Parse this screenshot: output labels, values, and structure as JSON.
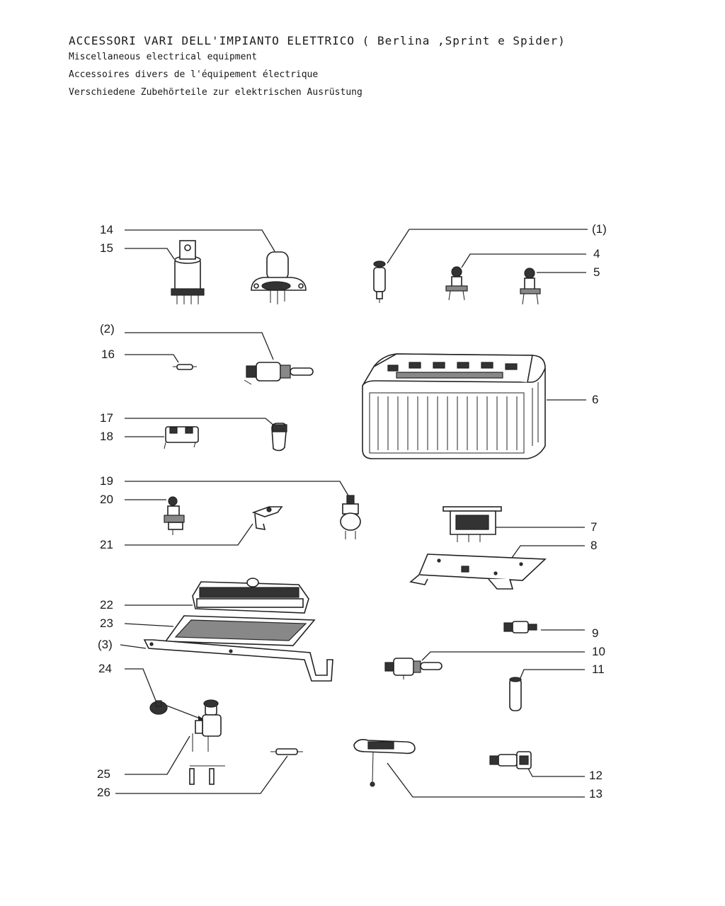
{
  "header": {
    "title": "ACCESSORI VARI DELL'IMPIANTO ELETTRICO ( Berlina ,Sprint e Spider)",
    "subtitle_en": "Miscellaneous electrical equipment",
    "subtitle_fr": "Accessoires divers de l'équipement électrique",
    "subtitle_de": "Verschiedene Zubehörteile zur elektrischen Ausrüstung"
  },
  "callouts": {
    "c14": "14",
    "c15": "15",
    "c1": "(1)",
    "c4": "4",
    "c5": "5",
    "c2": "(2)",
    "c16": "16",
    "c6": "6",
    "c17": "17",
    "c18": "18",
    "c19": "19",
    "c20": "20",
    "c21": "21",
    "c7": "7",
    "c8": "8",
    "c22": "22",
    "c23": "23",
    "c3": "(3)",
    "c9": "9",
    "c10": "10",
    "c24": "24",
    "c11": "11",
    "c25": "25",
    "c12": "12",
    "c26": "26",
    "c13": "13"
  }
}
